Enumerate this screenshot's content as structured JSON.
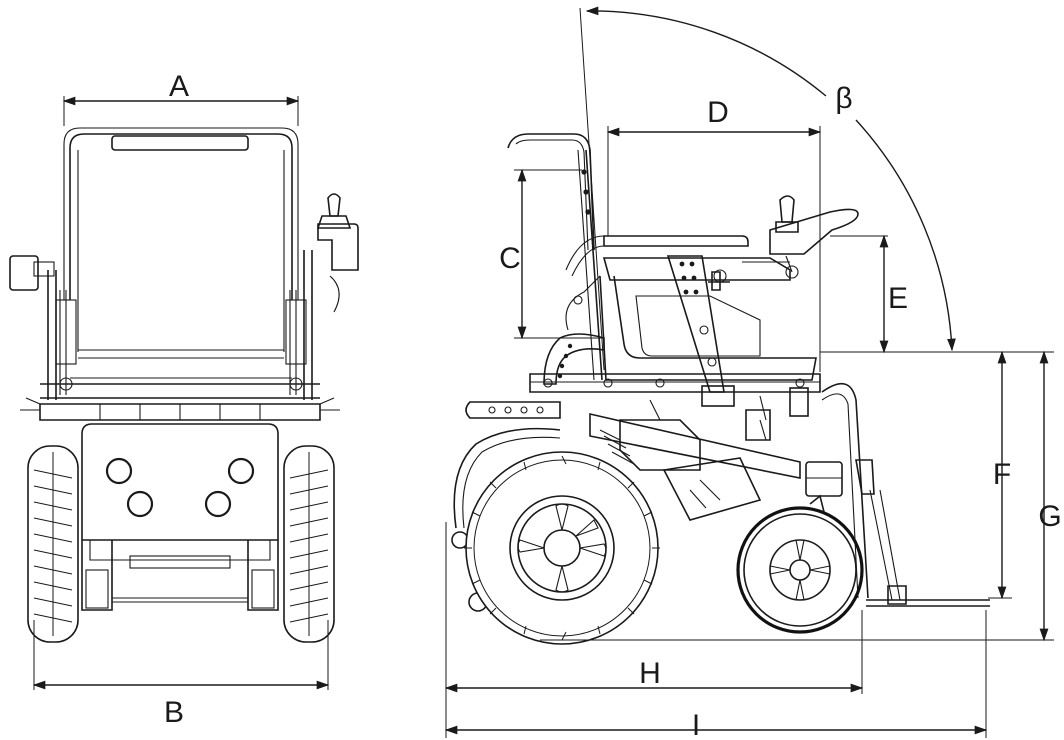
{
  "diagram": {
    "dimension_labels": {
      "A": "A",
      "B": "B",
      "C": "C",
      "D": "D",
      "E": "E",
      "F": "F",
      "G": "G",
      "H": "H",
      "I": "I",
      "beta": "β"
    }
  }
}
